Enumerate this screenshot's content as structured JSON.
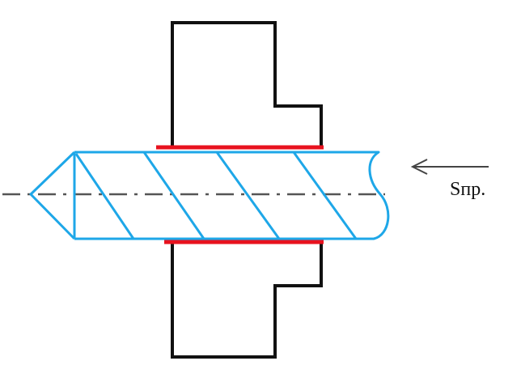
{
  "diagram": {
    "feed_label": "Sпр.",
    "colors": {
      "workpiece_outline": "#111111",
      "drill_outline": "#1ea7e8",
      "contact_surface": "#e8121e",
      "center_line": "#555555",
      "feed_arrow": "#444444",
      "background": "#ffffff"
    },
    "parts": {
      "workpiece": "stepped-workpiece",
      "tool": "drill-bit",
      "contact": "margin-contact-surfaces",
      "axis": "center-axis",
      "feed": "feed-direction-arrow"
    }
  }
}
